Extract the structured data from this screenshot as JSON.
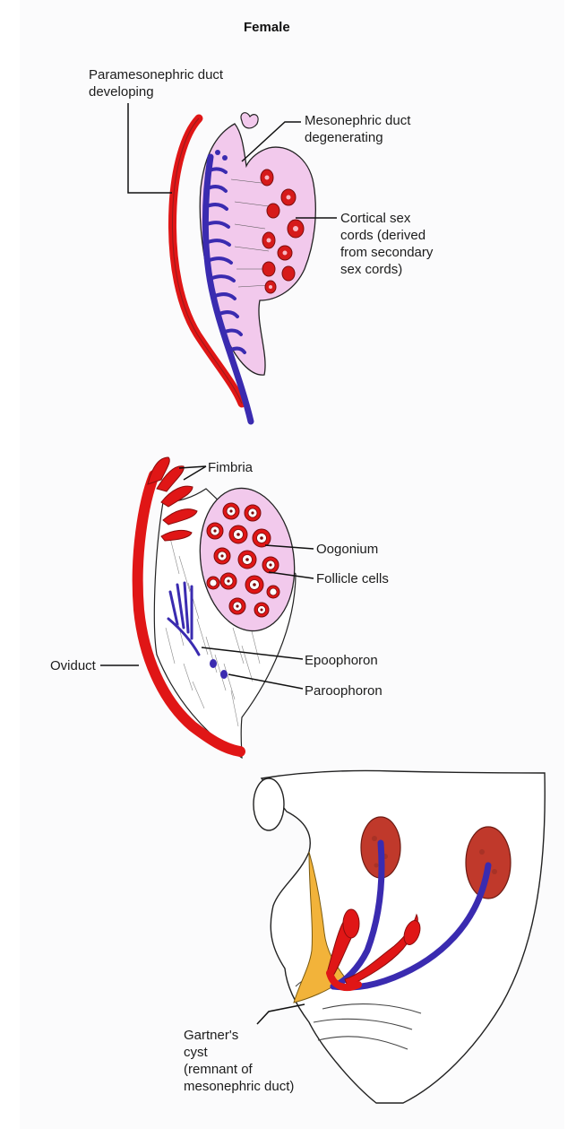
{
  "title": "Female",
  "panel_top": {
    "paramesonephric_label": "Paramesonephric duct\ndeveloping",
    "mesonephric_label": "Mesonephric duct\ndegenerating",
    "cortical_label": "Cortical sex\ncords (derived\nfrom secondary\nsex cords)"
  },
  "panel_middle": {
    "fimbria_label": "Fimbria",
    "oogonium_label": "Oogonium",
    "follicle_label": "Follicle cells",
    "oviduct_label": "Oviduct",
    "epoophoron_label": "Epoophoron",
    "paroophoron_label": "Paroophoron"
  },
  "panel_bottom": {
    "gartner_label": "Gartner's\ncyst\n(remnant of\nmesonephric duct)"
  },
  "colors": {
    "duct_red": "#e01616",
    "duct_blue": "#3a2bb0",
    "gonad_pink": "#f2c9ec",
    "ovary_brown": "#c0392b",
    "cyst_yellow": "#f2b33a",
    "outline": "#222222"
  }
}
